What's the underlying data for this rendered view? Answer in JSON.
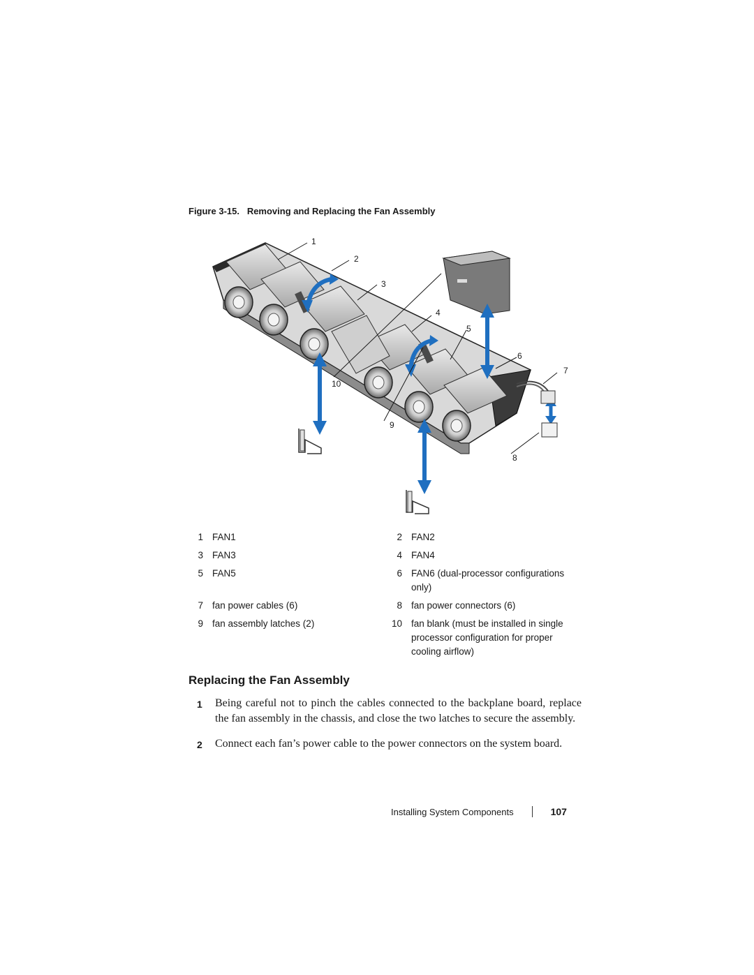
{
  "figure": {
    "caption_prefix": "Figure 3-15.",
    "caption_title": "Removing and Replacing the Fan Assembly",
    "callouts": [
      "1",
      "2",
      "3",
      "4",
      "5",
      "6",
      "7",
      "8",
      "9",
      "10"
    ]
  },
  "legend": {
    "rows": [
      [
        {
          "num": "1",
          "text": "FAN1"
        },
        {
          "num": "2",
          "text": "FAN2"
        }
      ],
      [
        {
          "num": "3",
          "text": "FAN3"
        },
        {
          "num": "4",
          "text": "FAN4"
        }
      ],
      [
        {
          "num": "5",
          "text": "FAN5"
        },
        {
          "num": "6",
          "text": "FAN6 (dual-processor configurations only)"
        }
      ],
      [
        {
          "num": "7",
          "text": "fan power cables (6)"
        },
        {
          "num": "8",
          "text": "fan power connectors (6)"
        }
      ],
      [
        {
          "num": "9",
          "text": "fan assembly latches (2)"
        },
        {
          "num": "10",
          "text": "fan blank (must be installed in single processor configuration for proper cooling airflow)"
        }
      ]
    ]
  },
  "section": {
    "heading": "Replacing the Fan Assembly",
    "steps": [
      {
        "num": "1",
        "text": "Being careful not to pinch the cables connected to the backplane board, replace the fan assembly in the chassis, and close the two latches to secure the assembly."
      },
      {
        "num": "2",
        "text": "Connect each fan’s power cable to the power connectors on the system board."
      }
    ]
  },
  "footer": {
    "chapter": "Installing System Components",
    "page": "107"
  },
  "colors": {
    "arrow_blue": "#1f6fc0",
    "line": "#1a1a1a"
  }
}
